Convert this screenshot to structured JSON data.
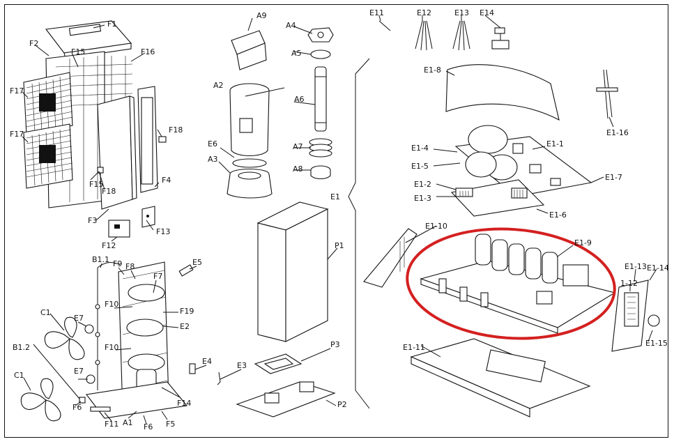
{
  "labels": {
    "F1": "F1",
    "F2": "F2",
    "F15a": "F15",
    "F16": "F16",
    "F17a": "F17",
    "F17b": "F17",
    "F18a": "F18",
    "F15b": "F15",
    "F18b": "F18",
    "F4": "F4",
    "F3": "F3",
    "F13": "F13",
    "F12": "F12",
    "A9": "A9",
    "A4": "A4",
    "A5": "A5",
    "A2": "A2",
    "A6": "A6",
    "E6": "E6",
    "A7": "A7",
    "A3": "A3",
    "A8": "A8",
    "E1": "E1",
    "P1": "P1",
    "P3": "P3",
    "P2": "P2",
    "E3": "E3",
    "E4": "E4",
    "E5": "E5",
    "B11": "B1.1",
    "F9": "F9",
    "F8": "F8",
    "F7": "F7",
    "F10a": "F10",
    "F19": "F19",
    "E2": "E2",
    "C1a": "C1",
    "E7a": "E7",
    "F10b": "F10",
    "B12": "B1.2",
    "E7b": "E7",
    "C1b": "C1",
    "F6a": "F6",
    "F11": "F11",
    "A1": "A1",
    "F6b": "F6",
    "F5": "F5",
    "F14": "F14",
    "E11": "E11",
    "E12": "E12",
    "E13": "E13",
    "E14": "E14",
    "E1_8": "E1-8",
    "E1_16": "E1-16",
    "E1_1": "E1-1",
    "E1_4": "E1-4",
    "E1_5": "E1-5",
    "E1_7": "E1-7",
    "E1_2": "E1-2",
    "E1_3": "E1-3",
    "E1_6": "E1-6",
    "E1_10": "E1-10",
    "E1_9": "E1-9",
    "E1_13": "E1-13",
    "E1_14": "E1-14",
    "E1_12": "1-12",
    "E1_11": "E1-11",
    "E1_15": "E1-15"
  },
  "highlight_color": "#d42020"
}
